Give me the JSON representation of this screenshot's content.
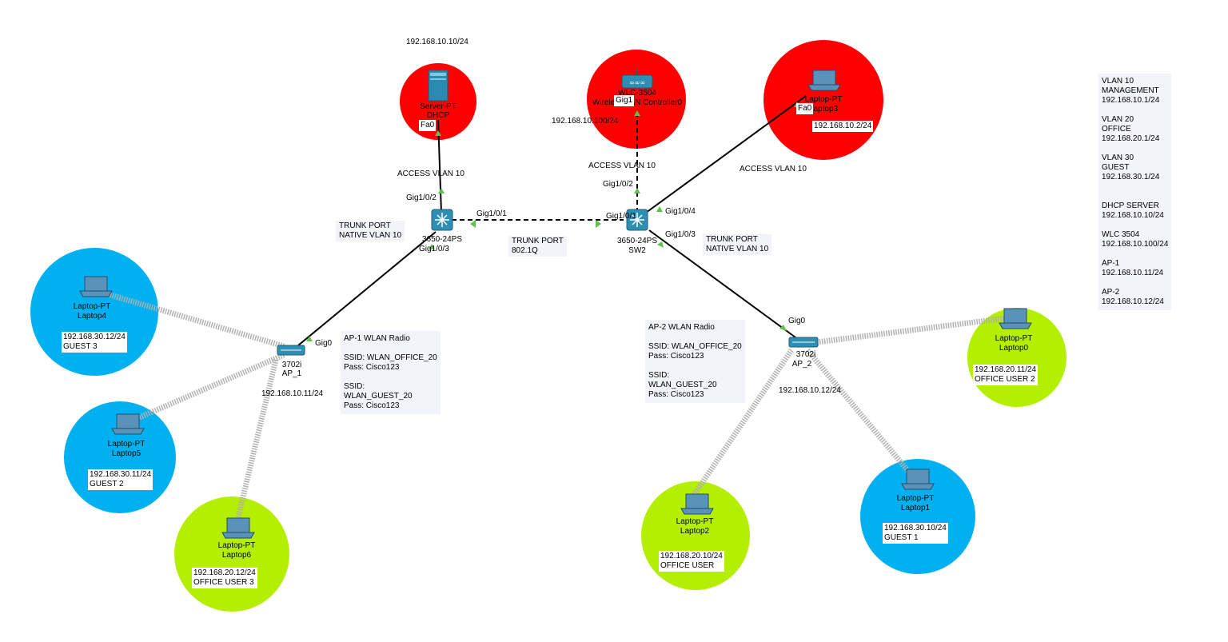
{
  "colors": {
    "red_zone": "#ff0000",
    "blue_zone": "#00b0f0",
    "green_zone": "#b4ee00",
    "link_ok": "#5cc24a",
    "wireless_link": "#b9b9b9",
    "note_bg": "#f3f4fa"
  },
  "devices": {
    "server": {
      "type": "Server-PT",
      "name": "DHCP",
      "ip": "192.168.10.10/24",
      "port": "Fa0",
      "icon": "server-icon"
    },
    "wlc": {
      "type": "WLC-3504",
      "name": "Wireless LAN Controller0",
      "ip": "192.168.10.100/24",
      "port": "Gig1",
      "icon": "wlc-icon"
    },
    "laptop3": {
      "type": "Laptop-PT",
      "name": "Laptop3",
      "ip": "192.168.10.2/24",
      "port": "Fa0",
      "icon": "laptop-icon"
    },
    "sw1": {
      "type": "3650-24PS",
      "name": "",
      "icon": "multilayer-switch-icon"
    },
    "sw2": {
      "type": "3650-24PS",
      "name": "SW2",
      "icon": "multilayer-switch-icon"
    },
    "ap1": {
      "type": "3702i",
      "name": "AP_1",
      "ip": "192.168.10.11/24",
      "port": "Gig0",
      "icon": "access-point-icon"
    },
    "ap2": {
      "type": "3702i",
      "name": "AP_2",
      "ip": "192.168.10.12/24",
      "port": "Gig0",
      "icon": "access-point-icon"
    },
    "laptop4": {
      "type": "Laptop-PT",
      "name": "Laptop4",
      "ip": "192.168.30.12/24",
      "role": "GUEST 3"
    },
    "laptop5": {
      "type": "Laptop-PT",
      "name": "Laptop5",
      "ip": "192.168.30.11/24",
      "role": "GUEST 2"
    },
    "laptop6": {
      "type": "Laptop-PT",
      "name": "Laptop6",
      "ip": "192.168.20.12/24",
      "role": "OFFICE USER 3"
    },
    "laptop2": {
      "type": "Laptop-PT",
      "name": "Laptop2",
      "ip": "192.168.20.10/24",
      "role": "OFFICE USER"
    },
    "laptop1": {
      "type": "Laptop-PT",
      "name": "Laptop1",
      "ip": "192.168.30.10/24",
      "role": "GUEST 1"
    },
    "laptop0": {
      "type": "Laptop-PT",
      "name": "Laptop0",
      "ip": "192.168.20.11/24",
      "role": "OFFICE USER 2"
    }
  },
  "ports": {
    "sw1_g102": "Gig1/0/2",
    "sw1_g101": "Gig1/0/1",
    "sw1_g103": "Gig1/0/3",
    "sw2_g101": "Gig1/0/1",
    "sw2_g102": "Gig1/0/2",
    "sw2_g104": "Gig1/0/4",
    "sw2_g103": "Gig1/0/3"
  },
  "labels": {
    "access_server": "ACCESS VLAN 10",
    "access_wlc": "ACCESS VLAN 10",
    "access_laptop3": "ACCESS VLAN 10",
    "trunk_sw1": "TRUNK PORT\nNATIVE VLAN 10",
    "trunk_link": "TRUNK PORT\n802.1Q",
    "trunk_sw2": "TRUNK PORT\nNATIVE VLAN 10"
  },
  "notes": {
    "ap1": "AP-1 WLAN Radio\n\nSSID: WLAN_OFFICE_20\nPass: Cisco123\n\nSSID:\nWLAN_GUEST_20\nPass: Cisco123",
    "ap2": "AP-2 WLAN Radio\n\nSSID: WLAN_OFFICE_20\nPass: Cisco123\n\nSSID:\nWLAN_GUEST_20\nPass: Cisco123",
    "legend": "VLAN 10\nMANAGEMENT\n192.168.10.1/24\n\nVLAN 20\nOFFICE\n192.168.20.1/24\n\nVLAN 30\nGUEST\n192.168.30.1/24\n\n\nDHCP SERVER\n192.168.10.10/24\n\nWLC 3504\n192.168.10.100/24\n\nAP-1\n192.168.10.11/24\n\nAP-2\n192.168.10.12/24"
  }
}
